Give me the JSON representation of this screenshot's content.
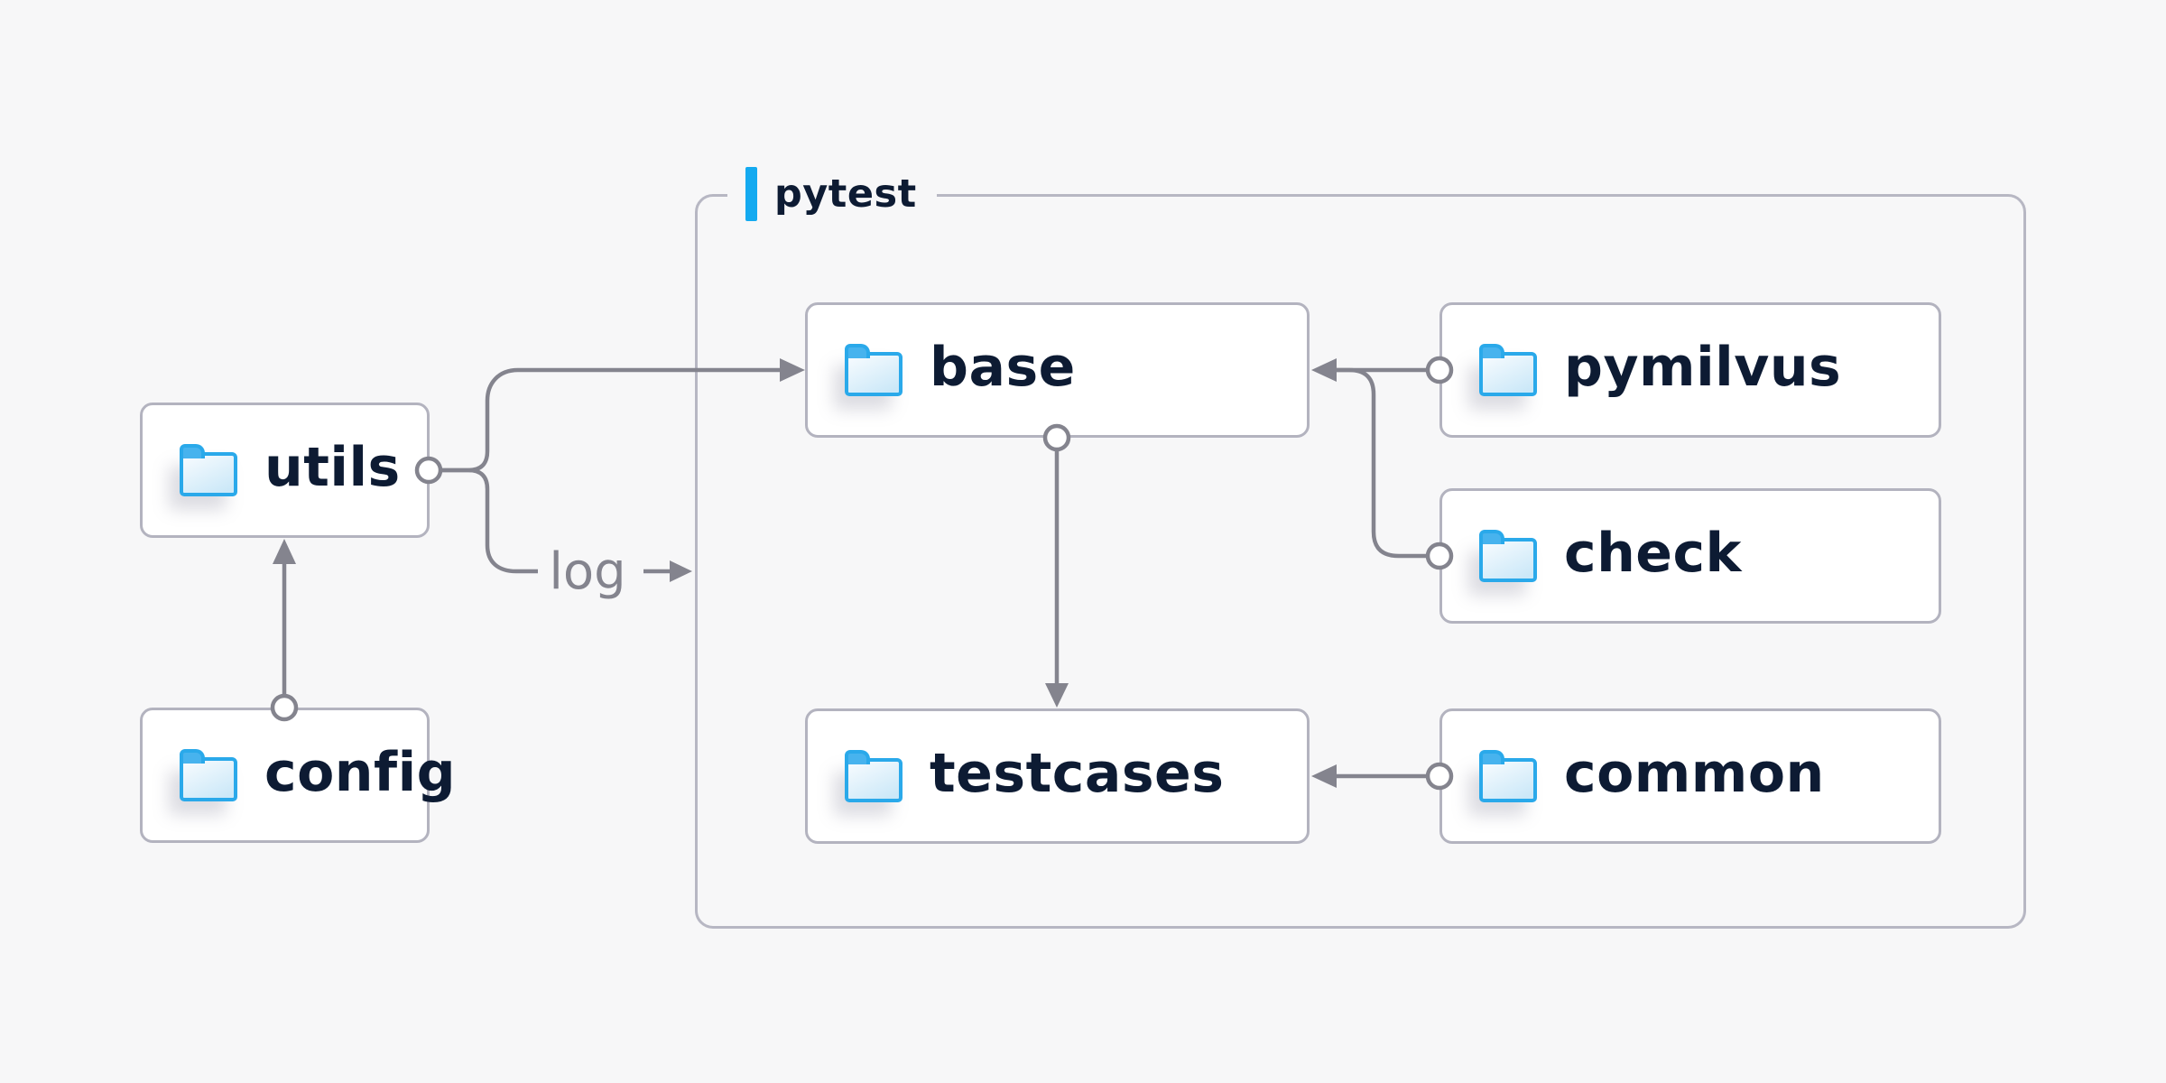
{
  "diagram": {
    "group": {
      "label": "pytest"
    },
    "nodes": {
      "utils": {
        "label": "utils",
        "icon": "folder-icon"
      },
      "config": {
        "label": "config",
        "icon": "folder-icon"
      },
      "base": {
        "label": "base",
        "icon": "folder-icon"
      },
      "pymilvus": {
        "label": "pymilvus",
        "icon": "folder-icon"
      },
      "check": {
        "label": "check",
        "icon": "folder-icon"
      },
      "testcases": {
        "label": "testcases",
        "icon": "folder-icon"
      },
      "common": {
        "label": "common",
        "icon": "folder-icon"
      }
    },
    "edge_labels": {
      "log": "log"
    },
    "edges": [
      {
        "from": "config",
        "to": "utils"
      },
      {
        "from": "utils",
        "to": "base"
      },
      {
        "from": "utils",
        "to": "log",
        "label": "log"
      },
      {
        "from": "base",
        "to": "testcases"
      },
      {
        "from": "pymilvus",
        "to": "base"
      },
      {
        "from": "check",
        "to": "base"
      },
      {
        "from": "common",
        "to": "testcases"
      }
    ],
    "colors": {
      "background": "#f7f7f8",
      "accent_blue": "#14aaf0",
      "folder_blue": "#2aa9ea",
      "text_navy": "#0d1b33",
      "line_gray": "#84848e",
      "box_border": "#b3b3bf"
    }
  }
}
